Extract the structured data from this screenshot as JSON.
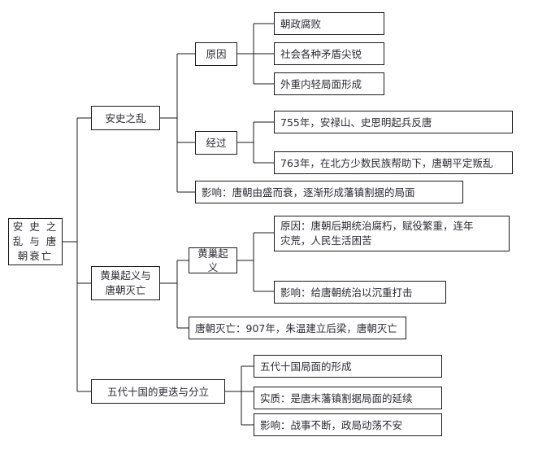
{
  "diagram": {
    "type": "mind-map",
    "title_node": "安 史 之\n乱 与 唐\n朝衰亡",
    "line_color": "#1a1a1a",
    "text_color": "#2b2b33",
    "background": "#ffffff"
  },
  "nodes": {
    "root": "安 史 之\n乱 与 唐\n朝衰亡",
    "branch1": "安史之乱",
    "branch1_cause_label": "原因",
    "branch1_cause_items": [
      "朝政腐败",
      "社会各种矛盾尖锐",
      "外重内轻局面形成"
    ],
    "branch1_process_label": "经过",
    "branch1_process_items": [
      "755年，安禄山、史思明起兵反唐",
      "763年，在北方少数民族帮助下，唐朝平定叛乱"
    ],
    "branch1_impact": "影响：唐朝由盛而衰，逐渐形成藩镇割据的局面",
    "branch2": "黄巢起义与\n唐朝灭亡",
    "branch2_uprising_label": "黄巢起义",
    "branch2_uprising_cause": "原因：唐朝后期统治腐朽，赋役繁重，连年\n灾荒，人民生活困苦",
    "branch2_uprising_impact": "影响：给唐朝统治以沉重打击",
    "branch2_fall": "唐朝灭亡：907年，朱温建立后梁，唐朝灭亡",
    "branch3": "五代十国的更迭与分立",
    "branch3_items": [
      "五代十国局面的形成",
      "实质：是唐末藩镇割据局面的延续",
      "影响：战事不断，政局动荡不安"
    ]
  }
}
